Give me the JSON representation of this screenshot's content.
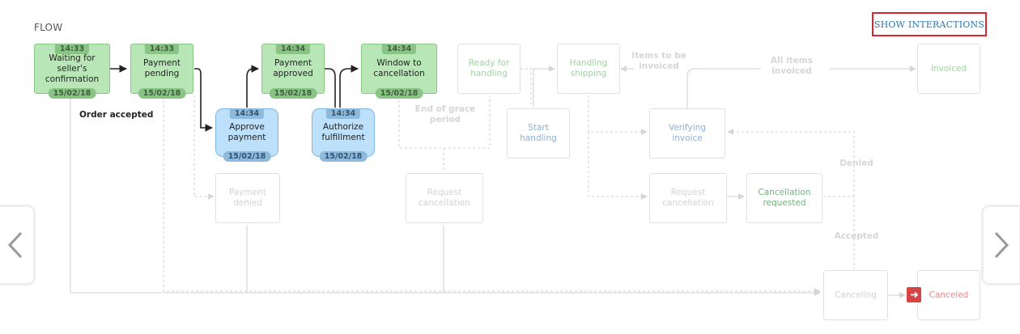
{
  "header": {
    "title": "FLOW",
    "show_interactions": "SHOW INTERACTIONS"
  },
  "nodes": {
    "waiting": {
      "label": "Waiting for seller's confirmation",
      "time": "14:33",
      "date": "15/02/18"
    },
    "payment_pending": {
      "label": "Payment pending",
      "time": "14:33",
      "date": "15/02/18"
    },
    "payment_approved": {
      "label": "Payment approved",
      "time": "14:34",
      "date": "15/02/18"
    },
    "window_cancellation": {
      "label": "Window to cancellation",
      "time": "14:34",
      "date": "15/02/18"
    },
    "approve_payment": {
      "label": "Approve payment",
      "time": "14:34",
      "date": "15/02/18"
    },
    "authorize_fulfillment": {
      "label": "Authorize fulfillment",
      "time": "14:34",
      "date": "15/02/18"
    },
    "ready_handling": {
      "label": "Ready for handling"
    },
    "handling_shipping": {
      "label": "Handling shipping"
    },
    "invoiced": {
      "label": "Invoiced"
    },
    "start_handling": {
      "label": "Start handling"
    },
    "verifying_invoice": {
      "label": "Verifying invoice"
    },
    "payment_denied": {
      "label": "Payment denied"
    },
    "request_cancel_1": {
      "label": "Request cancellation"
    },
    "request_cancel_2": {
      "label": "Request cancellation"
    },
    "cancellation_requested": {
      "label": "Cancellation requested"
    },
    "canceling": {
      "label": "Canceling"
    },
    "canceled": {
      "label": "Canceled"
    }
  },
  "edge_labels": {
    "order_accepted": "Order accepted",
    "end_grace": "End of grace period",
    "items_invoiced": "Items to be invoiced",
    "all_items_invoiced": "All items invoiced",
    "denied": "Denied",
    "accepted": "Accepted"
  },
  "colors": {
    "done": "#b8e6b6",
    "active": "#bde0fb",
    "accent_red": "#d9262c",
    "link": "#2a77b3"
  },
  "icons": {
    "prev": "chevron-left-icon",
    "next": "chevron-right-icon",
    "canceled": "arrow-right-square-icon"
  }
}
